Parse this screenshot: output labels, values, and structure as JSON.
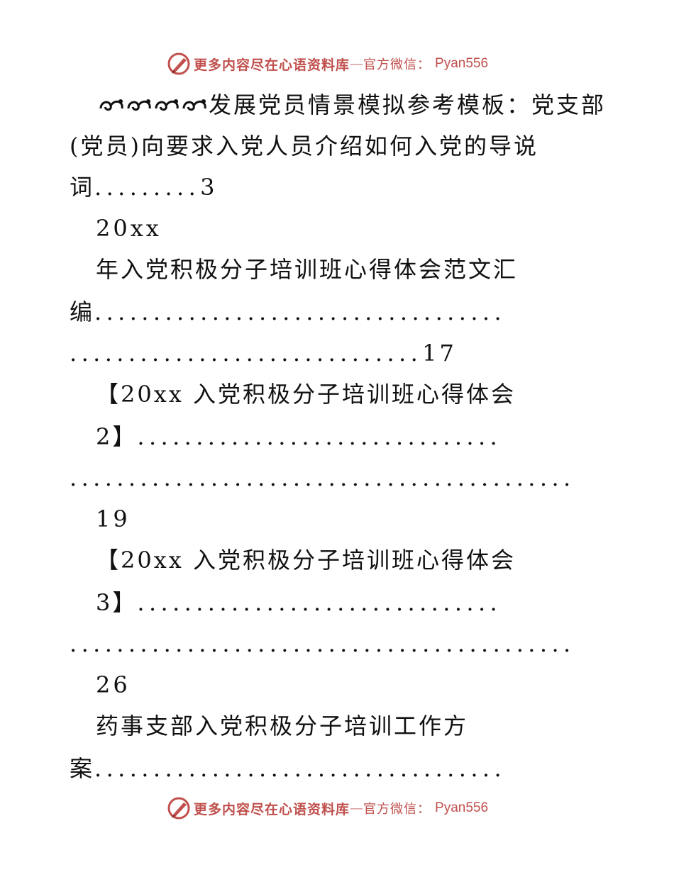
{
  "banner": {
    "main": "更多内容尽在心语资料库",
    "dash": "—",
    "sub": "官方微信：",
    "id": "Pyan556"
  },
  "toc": [
    {
      "text": "发展党员情景模拟参考模板：党支部"
    },
    {
      "text": "(党员)向要求入党人员介绍如何入党的导说"
    },
    {
      "text": "词"
    },
    {
      "dots": ".........",
      "page": "3"
    },
    {
      "text": "20xx"
    },
    {
      "text": "年入党积极分子培训班心得体会范文汇"
    },
    {
      "text": "编"
    },
    {
      "dots": "..................................."
    },
    {
      "dots": "..............................",
      "page": "17"
    },
    {
      "text": "【20xx 入党积极分子培训班心得体会"
    },
    {
      "text": "2】"
    },
    {
      "dots": "..............................."
    },
    {
      "dots": "..........................................."
    },
    {
      "page": "19"
    },
    {
      "text": "【20xx 入党积极分子培训班心得体会"
    },
    {
      "text": "3】"
    },
    {
      "dots": "..............................."
    },
    {
      "dots": "..........................................."
    },
    {
      "page": "26"
    },
    {
      "text": "药事支部入党积极分子培训工作方"
    },
    {
      "text": "案"
    },
    {
      "dots": "..................................."
    }
  ],
  "colors": {
    "accent": "#c0504d",
    "text": "#111111"
  },
  "icons": {
    "logo": "pen-on-circle-logo",
    "bullet": "swirl-ornament-icon"
  }
}
